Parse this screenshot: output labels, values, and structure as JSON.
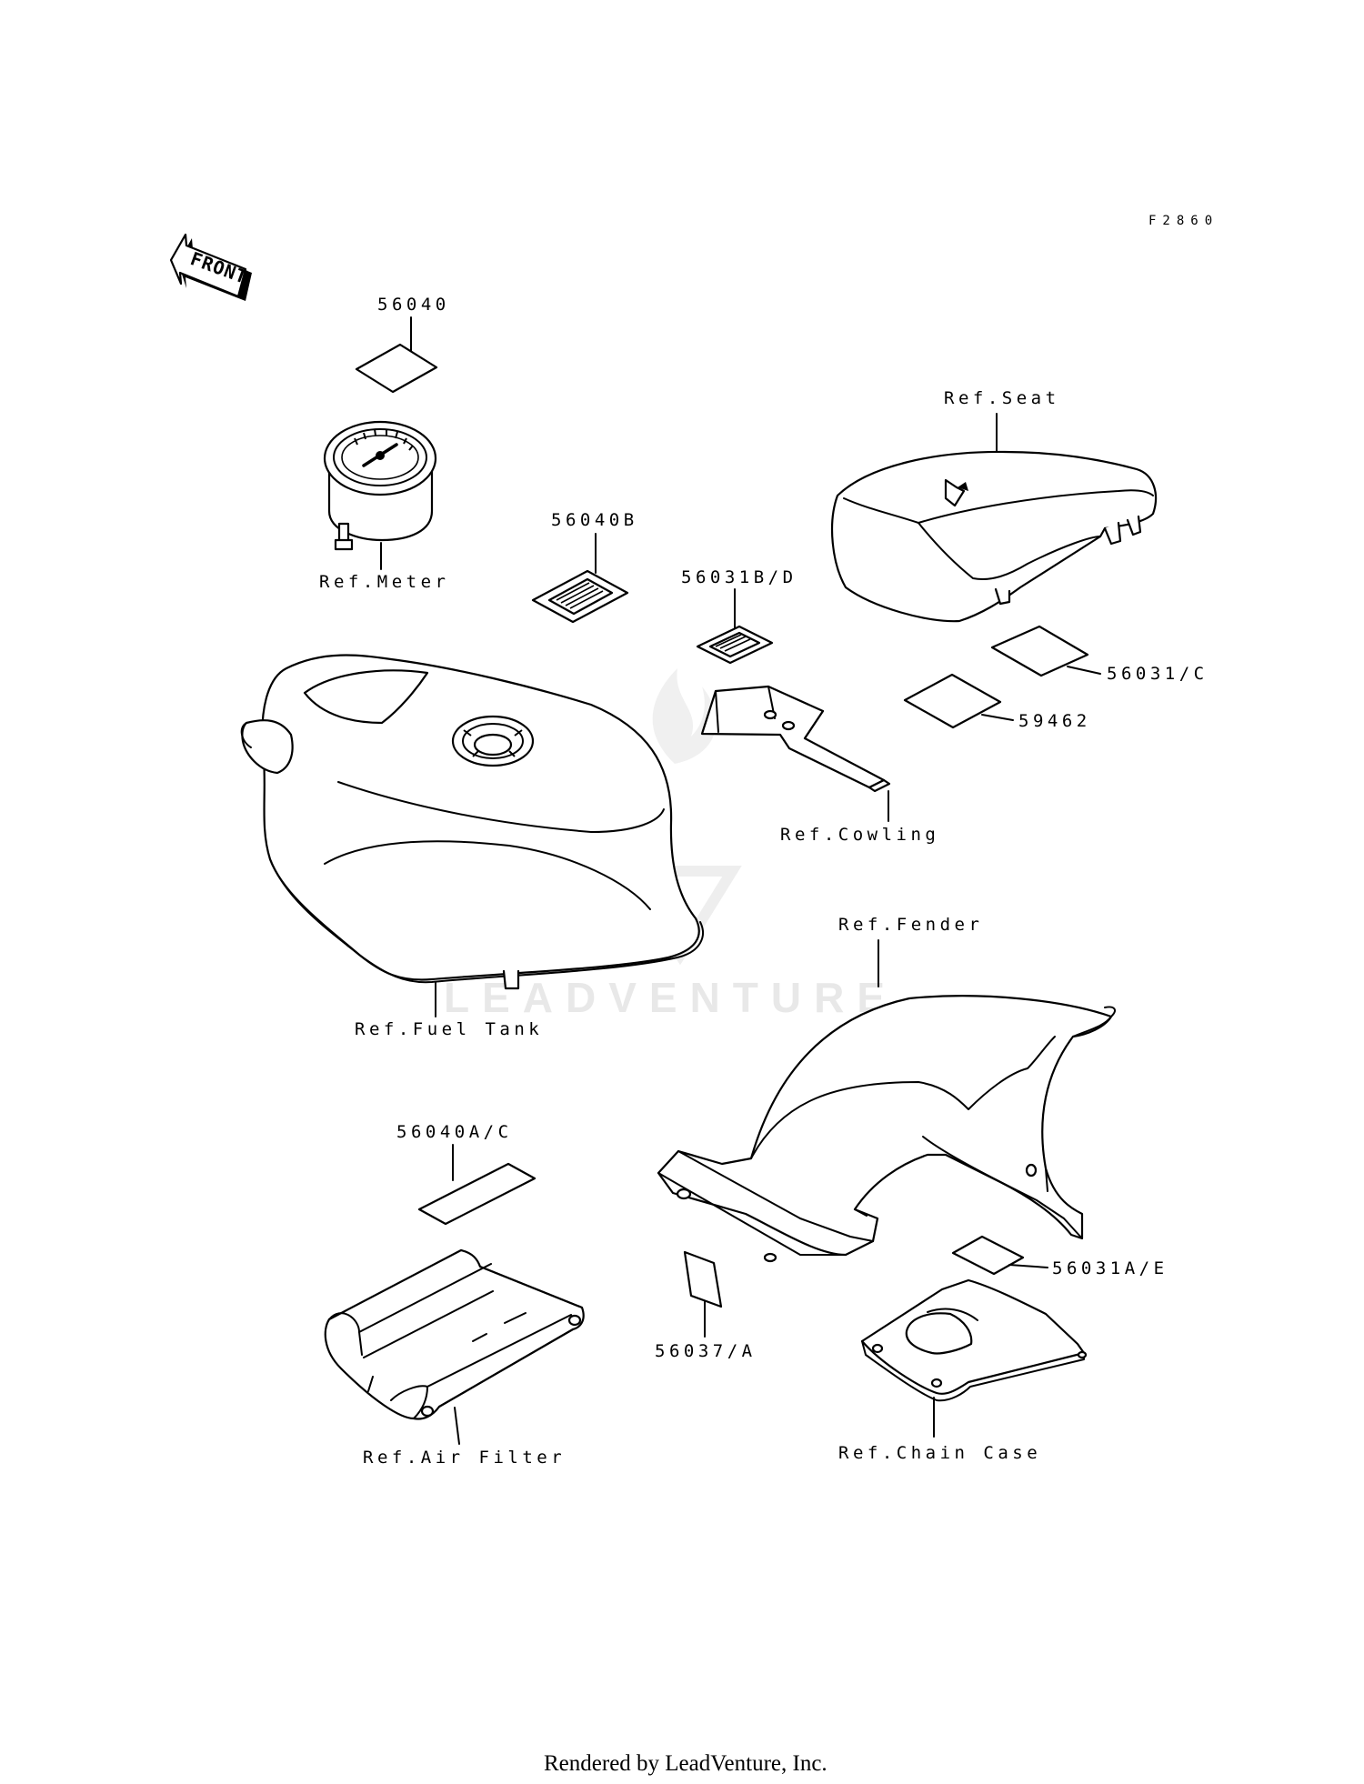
{
  "diagram_code": "F2860",
  "front_arrow_text": "FRONT",
  "watermark": "LEADVENTURE",
  "footer": "Rendered by LeadVenture, Inc.",
  "labels": {
    "p56040": "56040",
    "meter": "Ref.Meter",
    "p56040B": "56040B",
    "p56031BD": "56031B/D",
    "seat": "Ref.Seat",
    "p56031C": "56031/C",
    "p59462": "59462",
    "cowling": "Ref.Cowling",
    "fuel_tank": "Ref.Fuel Tank",
    "fender": "Ref.Fender",
    "p56040AC": "56040A/C",
    "p56031AE": "56031A/E",
    "p56037A": "56037/A",
    "air_filter": "Ref.Air Filter",
    "chain_case": "Ref.Chain Case"
  }
}
